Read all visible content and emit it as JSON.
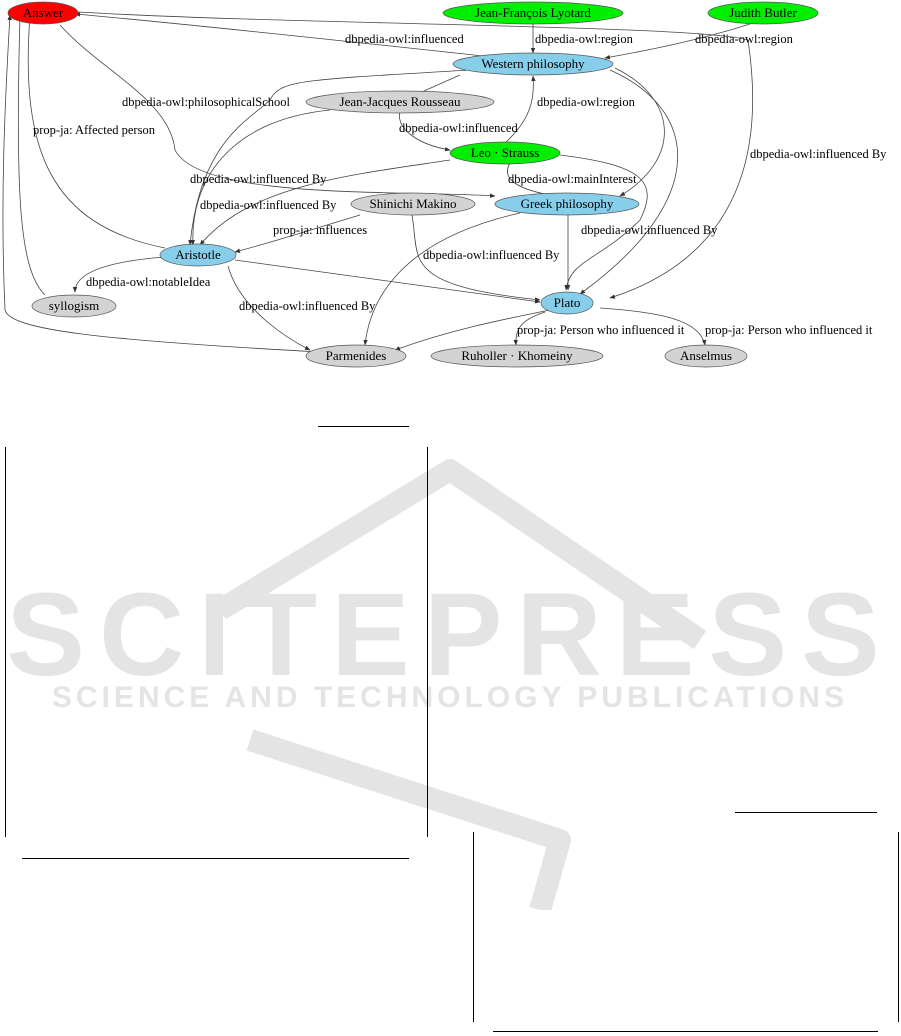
{
  "colors": {
    "answer": "#ff0000",
    "entity_green": "#00ee00",
    "entity_blue": "#87ceeb",
    "entity_gray": "#d3d3d3",
    "watermark": "#e2e2e2"
  },
  "nodes": [
    {
      "id": "answer",
      "label": "Answer",
      "type": "answer"
    },
    {
      "id": "lyotard",
      "label": "Jean-François Lyotard",
      "type": "green"
    },
    {
      "id": "butler",
      "label": "Judith Butler",
      "type": "green"
    },
    {
      "id": "western",
      "label": "Western philosophy",
      "type": "blue"
    },
    {
      "id": "rousseau",
      "label": "Jean-Jacques Rousseau",
      "type": "gray"
    },
    {
      "id": "strauss",
      "label": "Leo · Strauss",
      "type": "green"
    },
    {
      "id": "makino",
      "label": "Shinichi Makino",
      "type": "gray"
    },
    {
      "id": "greek",
      "label": "Greek philosophy",
      "type": "blue"
    },
    {
      "id": "aristotle",
      "label": "Aristotle",
      "type": "blue"
    },
    {
      "id": "syllogism",
      "label": "syllogism",
      "type": "gray"
    },
    {
      "id": "plato",
      "label": "Plato",
      "type": "blue"
    },
    {
      "id": "parmenides",
      "label": "Parmenides",
      "type": "gray"
    },
    {
      "id": "khomeiny",
      "label": "Ruholler · Khomeiny",
      "type": "gray"
    },
    {
      "id": "anselmus",
      "label": "Anselmus",
      "type": "gray"
    }
  ],
  "edge_labels": [
    {
      "id": "e1",
      "text": "dbpedia-owl:influenced"
    },
    {
      "id": "e2",
      "text": "dbpedia-owl:region"
    },
    {
      "id": "e3",
      "text": "dbpedia-owl:region"
    },
    {
      "id": "e4",
      "text": "dbpedia-owl:philosophicalSchool"
    },
    {
      "id": "e5",
      "text": "dbpedia-owl:region"
    },
    {
      "id": "e6",
      "text": "prop-ja: Affected person"
    },
    {
      "id": "e7",
      "text": "dbpedia-owl:influenced"
    },
    {
      "id": "e8",
      "text": "dbpedia-owl:influenced By"
    },
    {
      "id": "e9",
      "text": "dbpedia-owl:influenced By"
    },
    {
      "id": "e10",
      "text": "dbpedia-owl:mainInterest"
    },
    {
      "id": "e11",
      "text": "dbpedia-owl:influenced By"
    },
    {
      "id": "e12",
      "text": "prop-ja: influences"
    },
    {
      "id": "e13",
      "text": "dbpedia-owl:influenced By"
    },
    {
      "id": "e14",
      "text": "dbpedia-owl:influenced By"
    },
    {
      "id": "e15",
      "text": "dbpedia-owl:notableIdea"
    },
    {
      "id": "e16",
      "text": "dbpedia-owl:influenced By"
    },
    {
      "id": "e17",
      "text": "prop-ja: Person who influenced it"
    },
    {
      "id": "e18",
      "text": "prop-ja: Person who influenced it"
    }
  ],
  "watermark": {
    "title": "SCITEPRESS",
    "subtitle": "SCIENCE AND TECHNOLOGY PUBLICATIONS"
  }
}
